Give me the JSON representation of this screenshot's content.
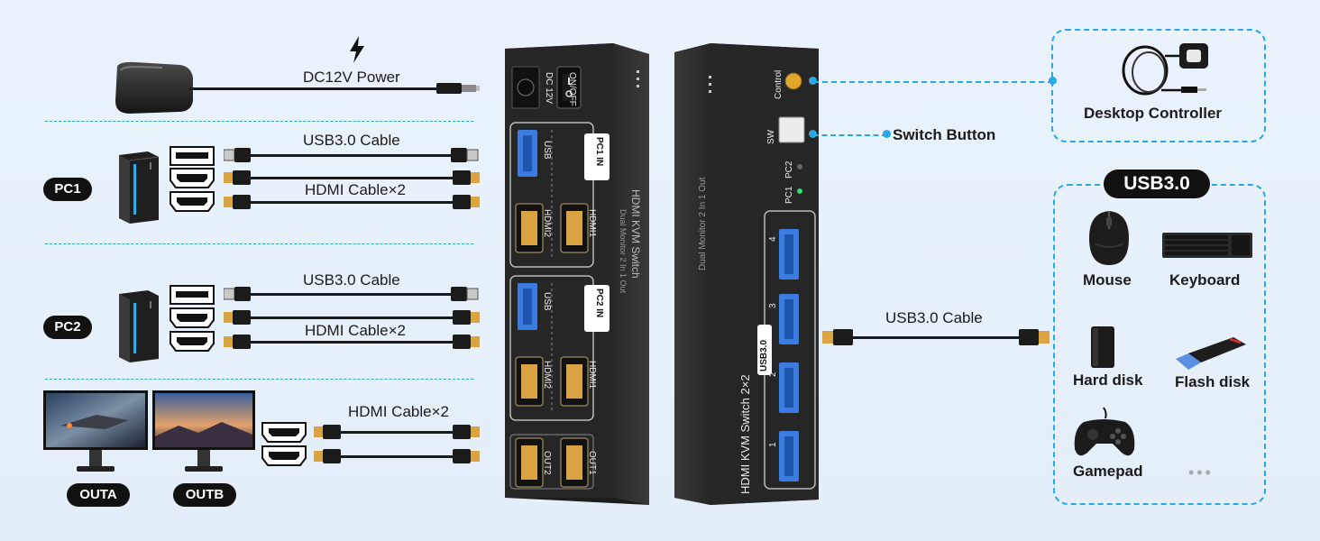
{
  "labels": {
    "power": "DC12V Power",
    "usb_cable": "USB3.0 Cable",
    "hdmi_cable_x2": "HDMI Cable×2",
    "switch_button": "Switch Button",
    "desktop_controller": "Desktop Controller",
    "usb30_badge": "USB3.0",
    "usb_cable_right": "USB3.0 Cable"
  },
  "sources": {
    "pc1": "PC1",
    "pc2": "PC2",
    "outa": "OUTA",
    "outb": "OUTB"
  },
  "devices": [
    {
      "label": "Mouse",
      "icon": "mouse-icon"
    },
    {
      "label": "Keyboard",
      "icon": "keyboard-icon"
    },
    {
      "label": "Hard disk",
      "icon": "hard-disk-icon"
    },
    {
      "label": "Flash disk",
      "icon": "flash-disk-icon"
    },
    {
      "label": "Gamepad",
      "icon": "gamepad-icon"
    }
  ],
  "more": "•••",
  "switch_front": {
    "onoff": "ON/OFF",
    "dc12v": "DC 12V",
    "pc1_in": "PC1 IN",
    "pc2_in": "PC2 IN",
    "usb": "USB",
    "hdmi1": "HDMI1",
    "hdmi2": "HDMI2",
    "out1": "OUT1",
    "out2": "OUT2",
    "name": "HDMI KVM Switch",
    "sub": "Dual Monitor 2 In 1 Out"
  },
  "switch_back": {
    "name": "HDMI KVM Switch 2×2",
    "sub": "Dual Monitor 2 In 1 Out",
    "control": "Control",
    "sw": "SW",
    "pc1": "PC1",
    "pc2": "PC2",
    "usb30": "USB3.0",
    "ports": [
      "4",
      "3",
      "2",
      "1"
    ]
  },
  "colors": {
    "accent": "#2aa8e3",
    "background": "#e7f1fb",
    "device_body": "#2b2b2b",
    "usb_blue": "#3c7be0",
    "gold": "#d9a441"
  }
}
